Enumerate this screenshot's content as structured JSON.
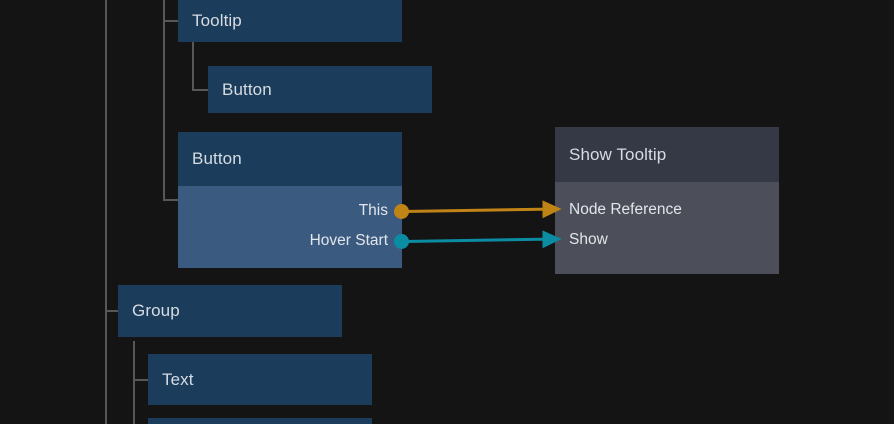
{
  "editor": {
    "background_color": "#141414",
    "tree_line_color": "#575757"
  },
  "palette": {
    "scene_node_header": "#1b3c5b",
    "scene_node_body": "#3a5a80",
    "action_node_header": "#353845",
    "action_node_body": "#4c4f5a",
    "wire_reference_color": "#c08416",
    "wire_signal_color": "#0b8ca3",
    "label_color": "#d6dce2"
  },
  "scene_tree": {
    "nodes": [
      {
        "name": "tooltip-node",
        "label": "Tooltip"
      },
      {
        "name": "tooltip-button-node",
        "label": "Button"
      },
      {
        "name": "button-node",
        "label": "Button"
      },
      {
        "name": "group-node",
        "label": "Group"
      },
      {
        "name": "text-node",
        "label": "Text"
      }
    ]
  },
  "button_node": {
    "title": "Button",
    "outputs": [
      {
        "name": "this",
        "label": "This",
        "dot_color": "#c08416"
      },
      {
        "name": "hover-start",
        "label": "Hover Start",
        "dot_color": "#0b8ca3"
      }
    ]
  },
  "show_tooltip_node": {
    "title": "Show Tooltip",
    "inputs": [
      {
        "name": "node-reference",
        "label": "Node Reference",
        "wire_color": "#c08416"
      },
      {
        "name": "show",
        "label": "Show",
        "wire_color": "#0b8ca3"
      }
    ]
  },
  "connections": [
    {
      "name": "this-to-node-reference",
      "from": "This",
      "to": "Node Reference",
      "color": "#c08416"
    },
    {
      "name": "hover-start-to-show",
      "from": "Hover Start",
      "to": "Show",
      "color": "#0b8ca3"
    }
  ]
}
